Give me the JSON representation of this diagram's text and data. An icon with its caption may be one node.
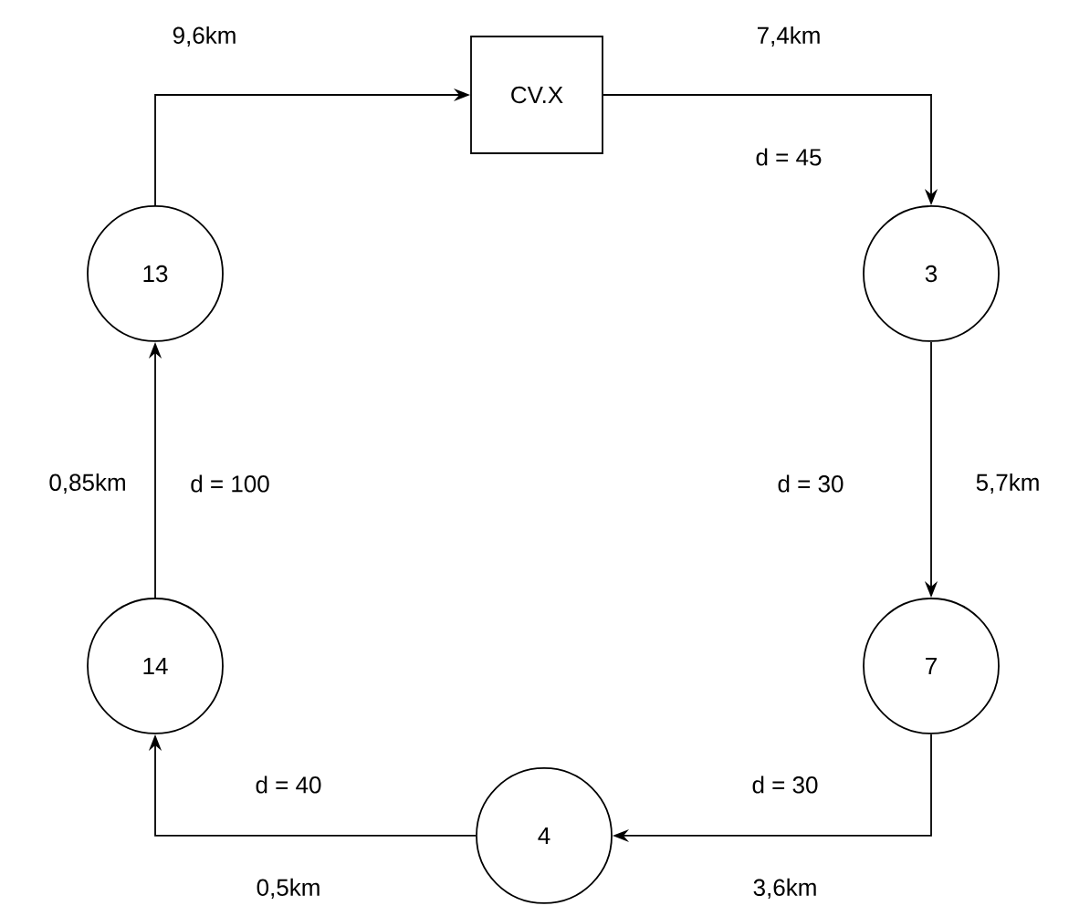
{
  "diagram": {
    "nodes": [
      {
        "text": [
          "CV.X"
        ]
      },
      {
        "text": [
          "13"
        ]
      },
      {
        "text": [
          "3"
        ]
      },
      {
        "text": [
          "14"
        ]
      },
      {
        "text": [
          "7"
        ]
      },
      {
        "text": [
          "4"
        ]
      }
    ],
    "edges": [
      {
        "from": 1,
        "to": 0,
        "arrow": "to",
        "label": "9,6km"
      },
      {
        "from": 0,
        "to": 2,
        "arrow": "to",
        "label": "7,4km"
      },
      {
        "from": 2,
        "to": 4,
        "arrow": "to",
        "label": "5,7km"
      },
      {
        "from": 4,
        "to": 5,
        "arrow": "to",
        "label": "3,6km"
      },
      {
        "from": 5,
        "to": 3,
        "arrow": "to",
        "label": "0,5km"
      },
      {
        "from": 3,
        "to": 1,
        "arrow": "to",
        "label": "0,85km"
      }
    ],
    "labels": [
      "d = 45",
      "d = 100",
      "d = 30",
      "d = 40",
      "d = 30"
    ]
  }
}
